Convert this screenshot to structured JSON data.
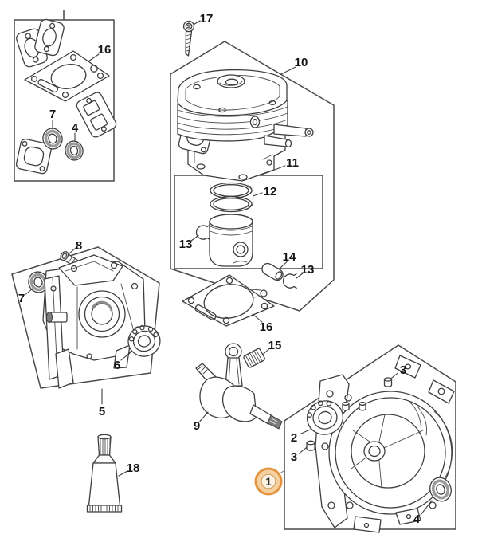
{
  "diagram": {
    "background_color": "#ffffff",
    "line_color": "#3f3f3f",
    "highlight": {
      "fill": "#f6cf9f",
      "ring": "#e2953f",
      "label": "1"
    },
    "callouts": [
      {
        "part": "gasket-set-box",
        "label": "16"
      },
      {
        "part": "oil-seal-set-small",
        "label": "7"
      },
      {
        "part": "oil-seal-set-large",
        "label": "4"
      },
      {
        "part": "cylinder-screw",
        "label": "17"
      },
      {
        "part": "cylinder",
        "label": "10"
      },
      {
        "part": "piston-kit-box",
        "label": "11"
      },
      {
        "part": "piston-rings",
        "label": "12"
      },
      {
        "part": "circlip-left",
        "label": "13"
      },
      {
        "part": "piston-pin",
        "label": "14"
      },
      {
        "part": "circlip-right",
        "label": "13"
      },
      {
        "part": "cylinder-gasket",
        "label": "16"
      },
      {
        "part": "pan-head-screw",
        "label": "8"
      },
      {
        "part": "oil-seal-pump-side",
        "label": "7"
      },
      {
        "part": "ball-bearing-pump-side",
        "label": "6"
      },
      {
        "part": "crankcase-pump-side-box",
        "label": "5"
      },
      {
        "part": "sealant-tube",
        "label": "18"
      },
      {
        "part": "crankshaft",
        "label": "9"
      },
      {
        "part": "needle-cage",
        "label": "15"
      },
      {
        "part": "ball-bearing-flywheel",
        "label": "2"
      },
      {
        "part": "dowel-pin-upper",
        "label": "3"
      },
      {
        "part": "dowel-pin-lower",
        "label": "3"
      },
      {
        "part": "oil-seal-flywheel",
        "label": "4"
      },
      {
        "part": "crankcase-flywheel-box",
        "label": "1",
        "highlighted": true
      }
    ]
  }
}
